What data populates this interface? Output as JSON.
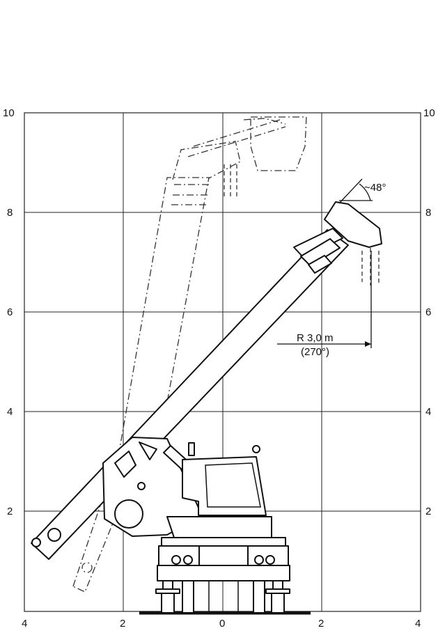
{
  "axes": {
    "left_y_ticks": [
      "10",
      "8",
      "6",
      "4",
      "2"
    ],
    "right_y_ticks": [
      "10",
      "8",
      "6",
      "4",
      "2"
    ],
    "x_ticks": [
      "4",
      "2",
      "0",
      "2",
      "4"
    ]
  },
  "annotations": {
    "angle": "~48°",
    "radius_line1": "R 3,0 m",
    "radius_line2": "(270°)"
  }
}
